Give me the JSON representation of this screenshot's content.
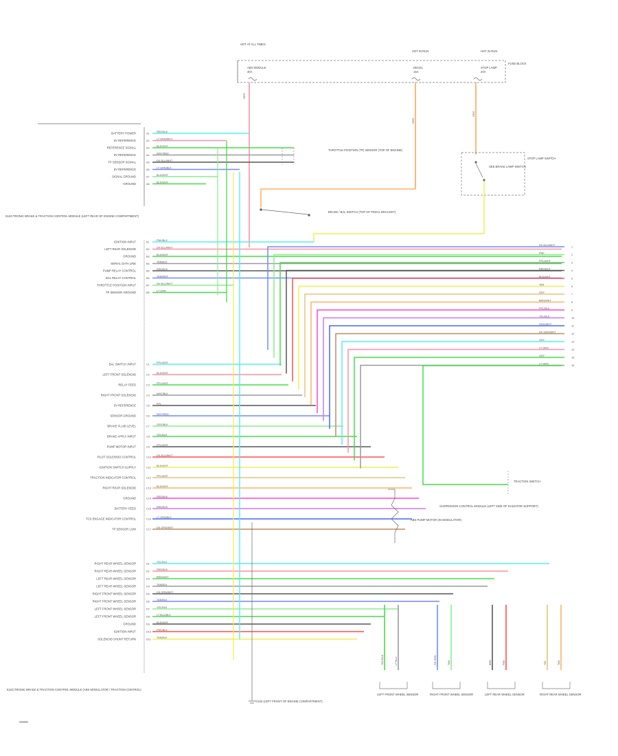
{
  "page_code": "G5049",
  "top_fuses": [
    {
      "title": "HOT AT ALL TIMES",
      "name": "ABS MODULE",
      "rating": "30A",
      "wire": "ORG"
    },
    {
      "title": "HOT IN RUN",
      "name": "DECEL",
      "rating": "15A",
      "wire": "ORG"
    },
    {
      "title": "HOT IN RUN",
      "name": "STOP LAMP",
      "rating": "20A",
      "wire": "ORG"
    }
  ],
  "fuse_block_label": "FUSE BLOCK",
  "module_label": "ELECTRONIC BRAKE & TRACTION CONTROL MODULE (LEFT REAR OF ENGINE COMPARTMENT)",
  "connector_a": [
    {
      "pin": "A1",
      "label": "BATTERY POWER",
      "wire": "RED/BLK"
    },
    {
      "pin": "A2",
      "label": "5V REFERENCE",
      "wire": "LT GRN/WHT"
    },
    {
      "pin": "A3",
      "label": "REFERENCE SIGNAL",
      "wire": "BLK/WHT"
    },
    {
      "pin": "A4",
      "label": "5V REFERENCE",
      "wire": "WHT/RED"
    },
    {
      "pin": "A5",
      "label": "TP SENSOR SIGNAL",
      "wire": "DK BLU/WHT"
    },
    {
      "pin": "A6",
      "label": "5V REFERENCE",
      "wire": "LT GRN/BLK"
    },
    {
      "pin": "A7",
      "label": "SIGNAL GROUND",
      "wire": "BLK/WHT"
    },
    {
      "pin": "A8",
      "label": "GROUND",
      "wire": "BLK/WHT"
    }
  ],
  "connector_b": [
    {
      "pin": "B1",
      "label": "IGNITION INPUT",
      "wire": "PNK/BLK"
    },
    {
      "pin": "B2",
      "label": "LEFT REAR SOLENOID",
      "wire": "DK BLU/WHT"
    },
    {
      "pin": "B3",
      "label": "GROUND",
      "wire": "BLK/WHT"
    },
    {
      "pin": "B4",
      "label": "SERIAL DATA LINE",
      "wire": "TAN/BLK"
    },
    {
      "pin": "B5",
      "label": "PUMP RELAY CONTROL",
      "wire": "RED/BLK"
    },
    {
      "pin": "B6",
      "label": "BAL RELAY CONTROL",
      "wire": "TAN/WHT"
    },
    {
      "pin": "B7",
      "label": "THROTTLE POSITION INPUT",
      "wire": "DK BLU/WHT"
    },
    {
      "pin": "B8",
      "label": "TP SENSOR GROUND",
      "wire": "LT GRN"
    }
  ],
  "connector_c": [
    {
      "pin": "C1",
      "label": "BAL SWITCH INPUT",
      "wire": "PPL/WHT"
    },
    {
      "pin": "C2",
      "label": "LEFT FRONT SOLENOID",
      "wire": "BLK/WHT"
    },
    {
      "pin": "C3",
      "label": "RELAY FEED",
      "wire": "PPL/WHT"
    },
    {
      "pin": "C4",
      "label": "RIGHT FRONT SOLENOID",
      "wire": "WHT/BLK"
    },
    {
      "pin": "C5",
      "label": "5V REFERENCE",
      "wire": "PPL"
    },
    {
      "pin": "C6",
      "label": "SENSOR GROUND",
      "wire": "WHT/RED"
    },
    {
      "pin": "C7",
      "label": "BRAKE FLUID LEVEL",
      "wire": "ORG/BLK"
    },
    {
      "pin": "C8",
      "label": "BRAKE APPLY INPUT",
      "wire": "YEL/BLK"
    },
    {
      "pin": "C9",
      "label": "PUMP MOTOR INPUT",
      "wire": "PPL/WHT"
    },
    {
      "pin": "C10",
      "label": "PILOT SOLENOID CONTROL",
      "wire": "DK BLU/WHT"
    },
    {
      "pin": "C11",
      "label": "IGNITION SWITCH SUPPLY",
      "wire": "BLK/WHT"
    },
    {
      "pin": "C12",
      "label": "TRACTION INDICATOR CONTROL",
      "wire": "PPL/WHT"
    },
    {
      "pin": "C13",
      "label": "RIGHT REAR SOLENOID",
      "wire": "BLK/WHT"
    },
    {
      "pin": "C14",
      "label": "GROUND",
      "wire": "RED/BLK"
    },
    {
      "pin": "C15",
      "label": "BATTERY FEED",
      "wire": "RED/BLK"
    },
    {
      "pin": "C16",
      "label": "TCS ENGAGE INDICATOR CONTROL",
      "wire": "LT GRN/BLK"
    },
    {
      "pin": "C17",
      "label": "TP SENSOR LOW",
      "wire": "DK GRN/WHT"
    }
  ],
  "connector_d": [
    {
      "pin": "D1",
      "label": "RIGHT REAR WHEEL SENSOR",
      "wire": "YEL/BLK"
    },
    {
      "pin": "D2",
      "label": "RIGHT REAR WHEEL SENSOR",
      "wire": "RED/BLK"
    },
    {
      "pin": "D3",
      "label": "LEFT REAR WHEEL SENSOR",
      "wire": "BRN/WHT"
    },
    {
      "pin": "D4",
      "label": "LEFT REAR WHEEL SENSOR",
      "wire": "TAN/BLK"
    },
    {
      "pin": "D5",
      "label": "RIGHT FRONT WHEEL SENSOR",
      "wire": "DK GRN/WHT"
    },
    {
      "pin": "D6",
      "label": "RIGHT FRONT WHEEL SENSOR",
      "wire": "TAN/BLK"
    },
    {
      "pin": "D7",
      "label": "LEFT FRONT WHEEL SENSOR",
      "wire": "YEL/BLK"
    },
    {
      "pin": "D8",
      "label": "LEFT FRONT WHEEL SENSOR",
      "wire": "LT BLU/BLK"
    },
    {
      "pin": "D9",
      "label": "GROUND",
      "wire": "BLK/WHT"
    },
    {
      "pin": "D10",
      "label": "IGNITION INPUT",
      "wire": "PNK/BLK"
    },
    {
      "pin": "D11",
      "label": "SOLENOID SHUNT RETURN",
      "wire": "TAN/BLK"
    }
  ],
  "bus_wires": [
    "DK BLU/WHT",
    "PNK",
    "PPL/WHT",
    "RED/BLK",
    "BLK/WHT",
    "TAN",
    "GRY",
    "BRN/WHT",
    "PPL/BLK",
    "YEL/BLK",
    "ORG/WHT",
    "DK GRN/WHT",
    "GRY",
    "LT GRN",
    "GRY",
    "LT GRN"
  ],
  "tp_sensor_label": "THROTTLE POSITION (TP) SENSOR (TOP OF ENGINE)",
  "throttle_switch_label": "BRAKE / BAL SWITCH (TOP OF PEDAL BRACKET)",
  "stop_lamp_label": "STOP LAMP SWITCH",
  "stop_lamp_contact": "SEE BRAKE LAMP SWITCH",
  "tcs_switch_label": "TRACTION SWITCH",
  "suspension_label": "SUSPENSION CONTROL MODULE (LEFT SIDE OF RADIATOR SUPPORT)",
  "pump_motor_label": "ABS PUMP MOTOR (IN MODULATOR)",
  "ground_label": "G102 (LEFT FRONT OF ENGINE COMPARTMENT)",
  "module_caption": "ELECTRONIC BRAKE & TRACTION CONTROL MODULE (ABS MODULATOR / TRACTION CONTROL)",
  "wheel_sensors": [
    {
      "name": "LEFT FRONT WHEEL SENSOR",
      "wire_a": "YEL/BLK",
      "wire_b": "LT BLU"
    },
    {
      "name": "RIGHT FRONT WHEEL SENSOR",
      "wire_a": "DK GRN",
      "wire_b": "TAN"
    },
    {
      "name": "LEFT REAR WHEEL SENSOR",
      "wire_a": "BRN",
      "wire_b": "RED"
    },
    {
      "name": "RIGHT REAR WHEEL SENSOR",
      "wire_a": "YEL",
      "wire_b": "TAN"
    }
  ],
  "colors": {
    "pink": "#ff8fa3",
    "orange": "#ffb066",
    "red": "#ff4d4d",
    "green": "#44dd44",
    "lt_green": "#88ee88",
    "blue": "#6b8bff",
    "dk_blue": "#4466ff",
    "yellow": "#f0ee55",
    "purple": "#cc77ff",
    "magenta": "#ff44cc",
    "brown": "#c08a60",
    "grey": "#999999",
    "black": "#555555",
    "cyan": "#55eeee",
    "tan": "#e8c27a"
  }
}
